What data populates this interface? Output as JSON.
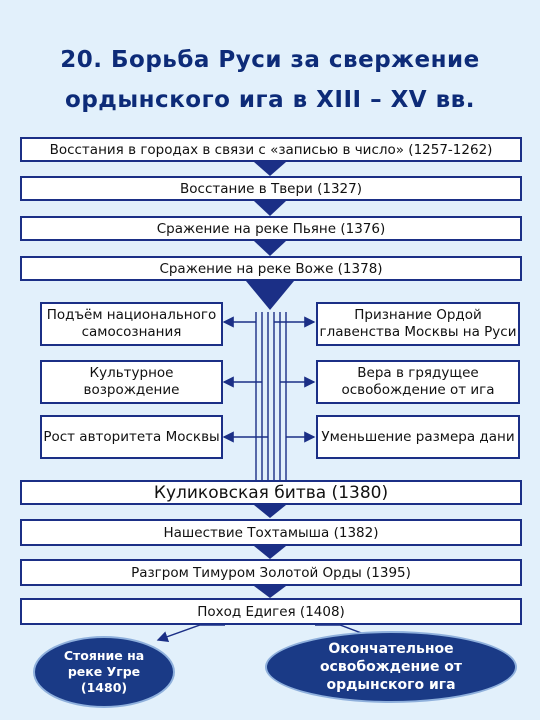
{
  "title": {
    "line1": "20. Борьба Руси за свержение",
    "line2": "ордынского ига в XIII – XV вв."
  },
  "events_top": [
    "Восстания в городах в связи с «записью в число» (1257-1262)",
    "Восстание в Твери (1327)",
    "Сражение на реке Пьяне (1376)",
    "Сражение на реке Воже (1378)"
  ],
  "left_results": [
    "Подъём национального самосознания",
    "Культурное возрождение",
    "Рост авторитета Москвы"
  ],
  "right_results": [
    "Признание Ордой главенства Москвы на Руси",
    "Вера в грядущее освобождение от ига",
    "Уменьшение размера дани"
  ],
  "main_event": "Куликовская битва (1380)",
  "events_bottom": [
    "Нашествие Тохтамыша (1382)",
    "Разгром Тимуром Золотой Орды (1395)",
    "Поход Едигея (1408)"
  ],
  "final_left": "Стояние на реке Угре (1480)",
  "final_right": "Окончательное освобождение от ордынского ига",
  "colors": {
    "background": "#e2f0fb",
    "title": "#0d2b78",
    "border": "#1b2f86",
    "arrow": "#1b2f86",
    "oval_fill": "#1a3a86"
  }
}
